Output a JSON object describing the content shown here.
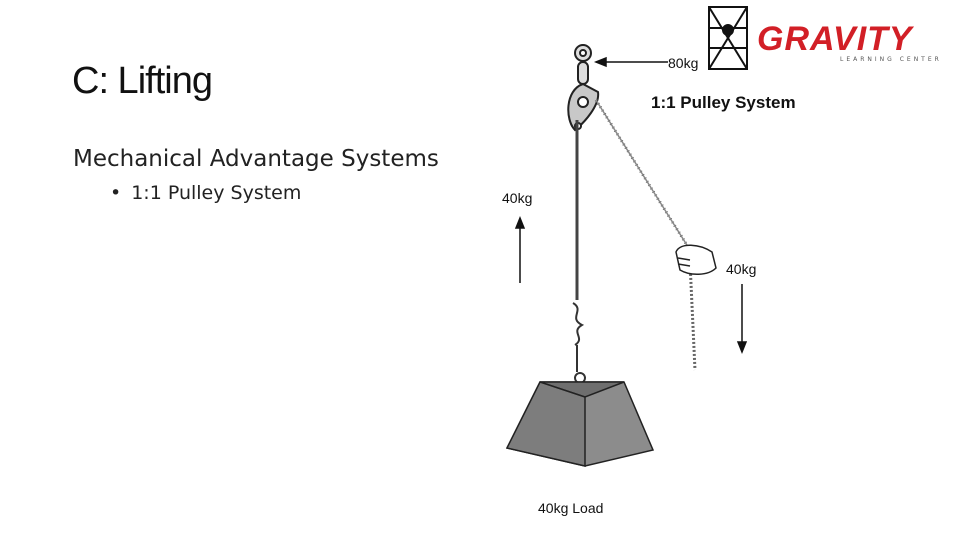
{
  "slide": {
    "title": "C: Lifting",
    "subtitle": "Mechanical Advantage Systems",
    "bullets": [
      "1:1 Pulley System"
    ]
  },
  "diagram": {
    "heading": "1:1 Pulley System",
    "anchor_label": "80kg",
    "left_force_label": "40kg",
    "right_force_label": "40kg",
    "load_label": "40kg Load"
  },
  "logo": {
    "brand": "GRAVITY",
    "tagline": "LEARNING CENTER",
    "accent_color": "#d21f26"
  }
}
